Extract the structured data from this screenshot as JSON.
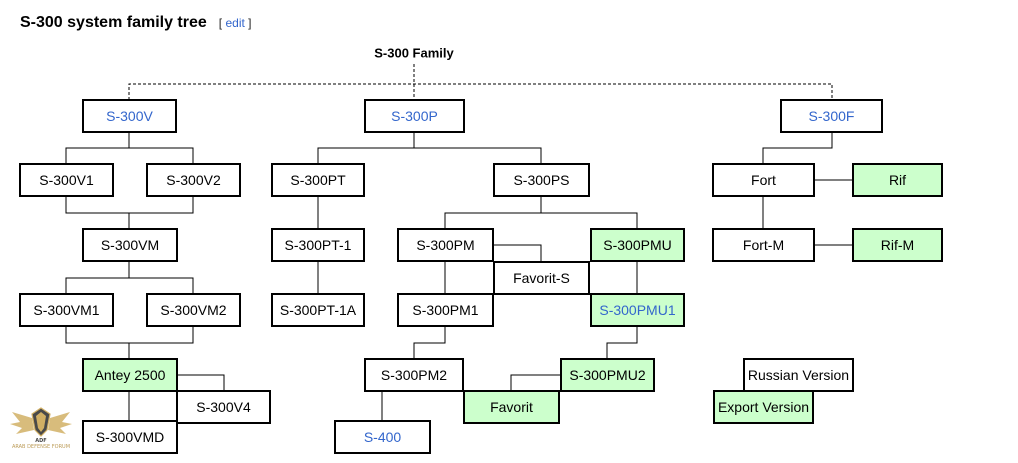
{
  "page": {
    "title": "S-300 system family tree",
    "edit_label": "edit",
    "bracket_open": "[",
    "bracket_close": "]"
  },
  "colors": {
    "box_fill_default": "#ffffff",
    "box_fill_highlight": "#ccffcc",
    "link_blue": "#3366cc",
    "text_default": "#000000"
  },
  "tree": {
    "root_label": "S-300 Family",
    "nodes": [
      {
        "id": "s300v",
        "label": "S-300V",
        "style": "link"
      },
      {
        "id": "s300p",
        "label": "S-300P",
        "style": "link"
      },
      {
        "id": "s300f",
        "label": "S-300F",
        "style": "link"
      },
      {
        "id": "s300v1",
        "label": "S-300V1",
        "style": "plain"
      },
      {
        "id": "s300v2",
        "label": "S-300V2",
        "style": "plain"
      },
      {
        "id": "s300pt",
        "label": "S-300PT",
        "style": "plain"
      },
      {
        "id": "s300ps",
        "label": "S-300PS",
        "style": "plain"
      },
      {
        "id": "fort",
        "label": "Fort",
        "style": "plain"
      },
      {
        "id": "rif",
        "label": "Rif",
        "style": "export"
      },
      {
        "id": "s300vm",
        "label": "S-300VM",
        "style": "plain"
      },
      {
        "id": "s300pt1",
        "label": "S-300PT-1",
        "style": "plain"
      },
      {
        "id": "s300pm",
        "label": "S-300PM",
        "style": "plain"
      },
      {
        "id": "s300pmu",
        "label": "S-300PMU",
        "style": "export"
      },
      {
        "id": "fortm",
        "label": "Fort-M",
        "style": "plain"
      },
      {
        "id": "rifm",
        "label": "Rif-M",
        "style": "export"
      },
      {
        "id": "favorits",
        "label": "Favorit-S",
        "style": "plain"
      },
      {
        "id": "s300vm1",
        "label": "S-300VM1",
        "style": "plain"
      },
      {
        "id": "s300vm2",
        "label": "S-300VM2",
        "style": "plain"
      },
      {
        "id": "s300pt1a",
        "label": "S-300PT-1A",
        "style": "plain"
      },
      {
        "id": "s300pm1",
        "label": "S-300PM1",
        "style": "plain"
      },
      {
        "id": "s300pmu1",
        "label": "S-300PMU1",
        "style": "export-link"
      },
      {
        "id": "antey2500",
        "label": "Antey 2500",
        "style": "export"
      },
      {
        "id": "s300pm2",
        "label": "S-300PM2",
        "style": "plain"
      },
      {
        "id": "s300pmu2",
        "label": "S-300PMU2",
        "style": "export"
      },
      {
        "id": "s300v4",
        "label": "S-300V4",
        "style": "plain"
      },
      {
        "id": "favorit",
        "label": "Favorit",
        "style": "export"
      },
      {
        "id": "s300vmd",
        "label": "S-300VMD",
        "style": "plain"
      },
      {
        "id": "s400",
        "label": "S-400",
        "style": "link"
      }
    ],
    "legend": [
      {
        "id": "legend-russian",
        "label": "Russian Version",
        "style": "plain"
      },
      {
        "id": "legend-export",
        "label": "Export Version",
        "style": "export"
      }
    ]
  },
  "watermark": {
    "text": "ARAB DEFENSE FORUM"
  }
}
